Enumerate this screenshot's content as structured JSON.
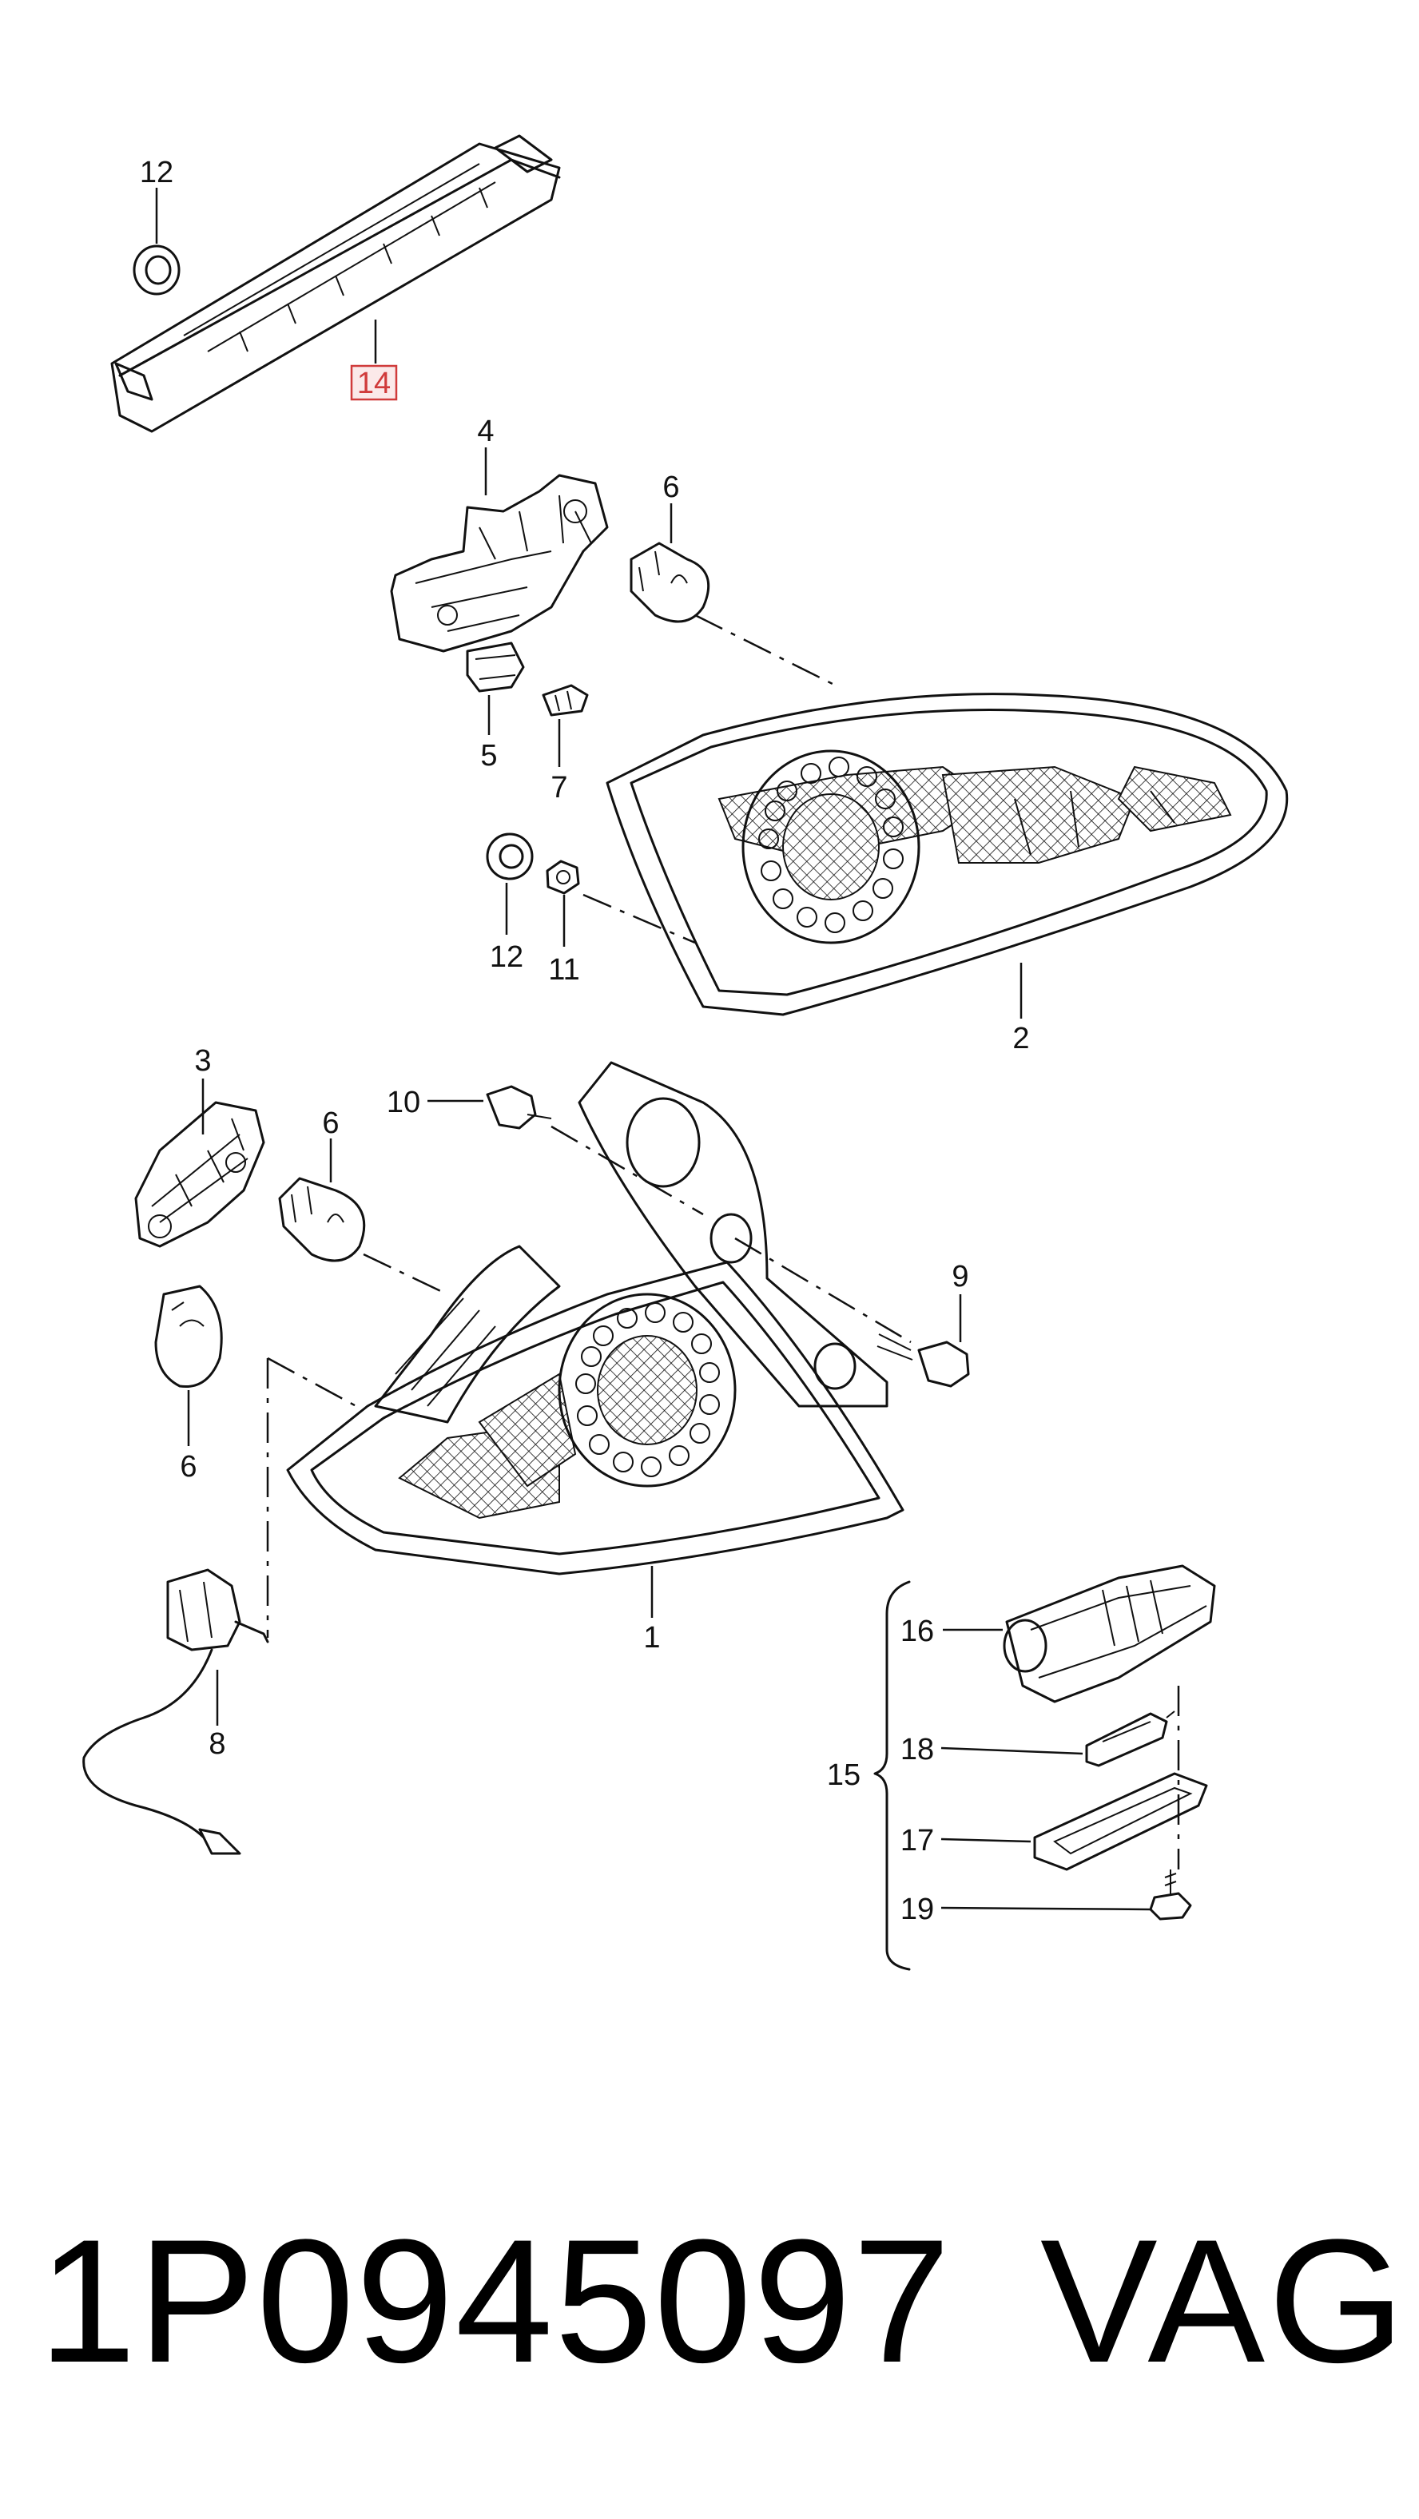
{
  "callouts": [
    {
      "id": "c12a",
      "text": "12"
    },
    {
      "id": "c14",
      "text": "14",
      "highlighted": true
    },
    {
      "id": "c4",
      "text": "4"
    },
    {
      "id": "c6a",
      "text": "6"
    },
    {
      "id": "c5",
      "text": "5"
    },
    {
      "id": "c7",
      "text": "7"
    },
    {
      "id": "c12b",
      "text": "12"
    },
    {
      "id": "c11",
      "text": "11"
    },
    {
      "id": "c2",
      "text": "2"
    },
    {
      "id": "c3",
      "text": "3"
    },
    {
      "id": "c10",
      "text": "10"
    },
    {
      "id": "c6b",
      "text": "6"
    },
    {
      "id": "c9",
      "text": "9"
    },
    {
      "id": "c6c",
      "text": "6"
    },
    {
      "id": "c1",
      "text": "1"
    },
    {
      "id": "c8",
      "text": "8"
    },
    {
      "id": "c16",
      "text": "16"
    },
    {
      "id": "c18",
      "text": "18"
    },
    {
      "id": "c15",
      "text": "15"
    },
    {
      "id": "c17",
      "text": "17"
    },
    {
      "id": "c19",
      "text": "19"
    }
  ],
  "footer": {
    "part_number": "1P0945097",
    "brand": "VAG"
  },
  "colors": {
    "highlight": "#d03b3b",
    "highlight_fill": "#fbe9e9",
    "ink": "#111111"
  }
}
